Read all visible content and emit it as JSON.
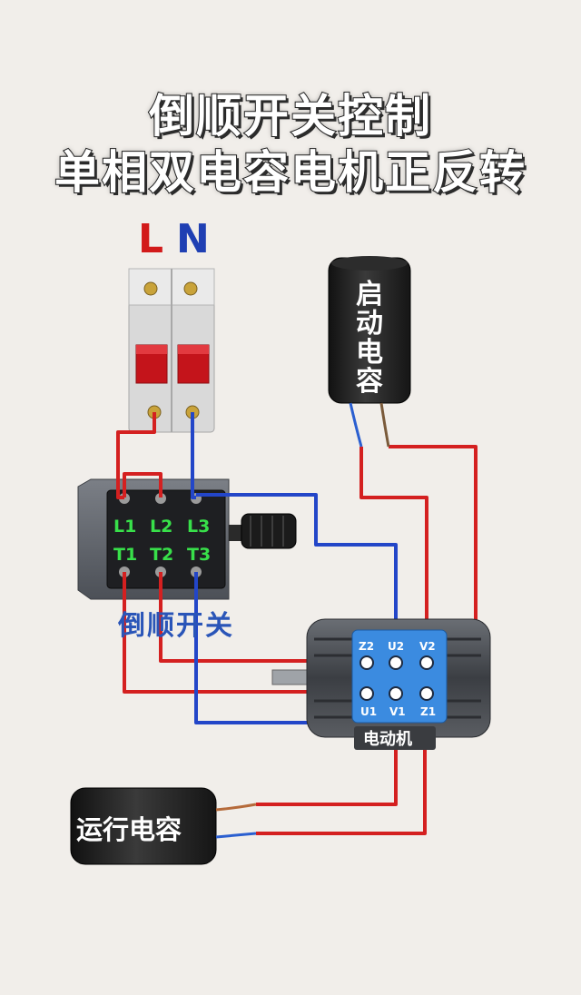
{
  "title": {
    "line1": "倒顺开关控制",
    "line2": "单相双电容电机正反转"
  },
  "power": {
    "l_label": "L",
    "n_label": "N"
  },
  "switch": {
    "label": "倒顺开关",
    "top_terminals": [
      "L1",
      "L2",
      "L3"
    ],
    "bottom_terminals": [
      "T1",
      "T2",
      "T3"
    ]
  },
  "start_capacitor": {
    "label_chars": [
      "启",
      "动",
      "电",
      "容"
    ]
  },
  "run_capacitor": {
    "label": "运行电容"
  },
  "motor": {
    "label": "电动机",
    "top_terminals": [
      "Z2",
      "U2",
      "V2"
    ],
    "bottom_terminals": [
      "U1",
      "V1",
      "Z1"
    ]
  },
  "colors": {
    "red_wire": "#d42020",
    "blue_wire": "#2346c8",
    "terminal_text": "#38e04a"
  }
}
